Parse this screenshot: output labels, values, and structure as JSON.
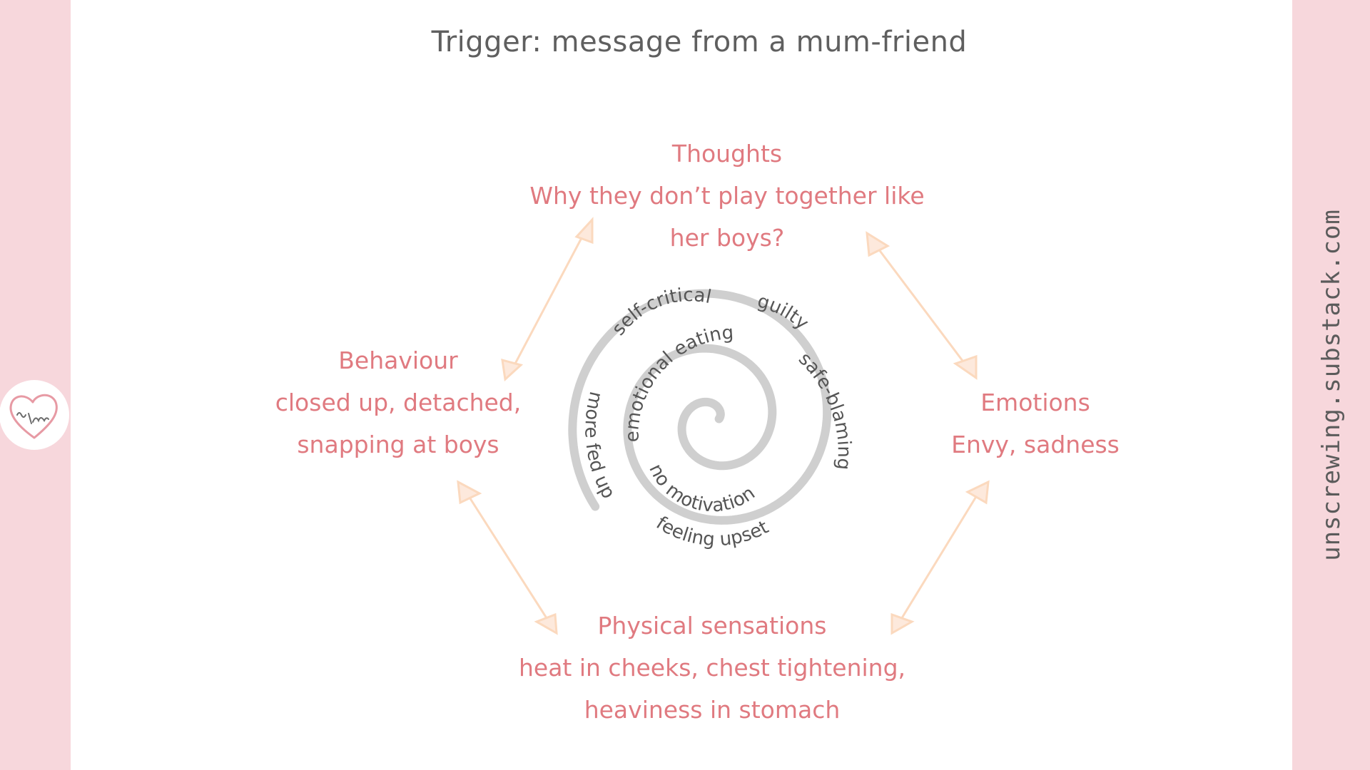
{
  "title": "Trigger: message from a mum-friend",
  "side_url": "unscrewing.substack.com",
  "logo_icon": "heart-logo-icon",
  "colors": {
    "band": "#f7d7dc",
    "node_text": "#e07a80",
    "arrow": "#fbd9be",
    "spiral": "#cfcfcf",
    "title_text": "#5f5f5f"
  },
  "nodes": {
    "thoughts": {
      "heading": "Thoughts",
      "lines": [
        "Why they don’t play together like",
        "her boys?"
      ]
    },
    "behaviour": {
      "heading": "Behaviour",
      "lines": [
        "closed up, detached,",
        "snapping at boys"
      ]
    },
    "emotions": {
      "heading": "Emotions",
      "lines": [
        "Envy, sadness"
      ]
    },
    "physical": {
      "heading": "Physical sensations",
      "lines": [
        "heat in cheeks, chest tightening,",
        "heaviness in stomach"
      ]
    }
  },
  "spiral_words": [
    "self-critical",
    "guilty",
    "safe-blaming",
    "emotional eating",
    "more fed up",
    "no motivation",
    "feeling upset"
  ]
}
